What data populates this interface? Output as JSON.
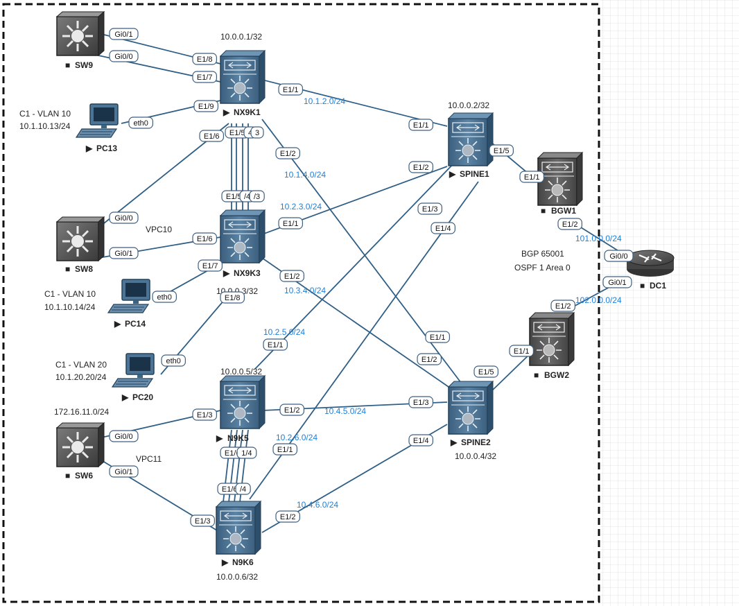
{
  "devices": {
    "sw9": {
      "name": "SW9",
      "kind": "switch",
      "marker": "■"
    },
    "sw8": {
      "name": "SW8",
      "kind": "switch",
      "marker": "■"
    },
    "sw6": {
      "name": "SW6",
      "kind": "switch",
      "marker": "■"
    },
    "nx9k1": {
      "name": "NX9K1",
      "kind": "nexus",
      "marker": "▶",
      "loopback": "10.0.0.1/32"
    },
    "nx9k3": {
      "name": "NX9K3",
      "kind": "nexus",
      "marker": "▶",
      "loopback": "10.0.0.3/32"
    },
    "n9k5": {
      "name": "N9K5",
      "kind": "nexus",
      "marker": "▶",
      "loopback": "10.0.0.5/32"
    },
    "n9k6": {
      "name": "N9K6",
      "kind": "nexus",
      "marker": "▶",
      "loopback": "10.0.0.6/32"
    },
    "spine1": {
      "name": "SPINE1",
      "kind": "nexus",
      "marker": "▶",
      "loopback": "10.0.0.2/32"
    },
    "spine2": {
      "name": "SPINE2",
      "kind": "nexus",
      "marker": "▶",
      "loopback": "10.0.0.4/32"
    },
    "bgw1": {
      "name": "BGW1",
      "kind": "nexus-dark",
      "marker": "■"
    },
    "bgw2": {
      "name": "BGW2",
      "kind": "nexus-dark",
      "marker": "■"
    },
    "dc1": {
      "name": "DC1",
      "kind": "router",
      "marker": "■"
    },
    "pc13": {
      "name": "PC13",
      "kind": "pc",
      "marker": "▶",
      "line1": "C1 - VLAN 10",
      "line2": "10.1.10.13/24"
    },
    "pc14": {
      "name": "PC14",
      "kind": "pc",
      "marker": "▶",
      "line1": "C1 - VLAN 10",
      "line2": "10.1.10.14/24"
    },
    "pc20": {
      "name": "PC20",
      "kind": "pc",
      "marker": "▶",
      "line1": "C1 - VLAN 20",
      "line2": "10.1.20.20/24"
    }
  },
  "annotations": {
    "vpc10": "VPC10",
    "vpc11": "VPC11",
    "sw6_subnet": "172.16.11.0/24",
    "bgp": "BGP 65001",
    "ospf": "OSPF 1 Area 0"
  },
  "networks": {
    "n_10_1_2": "10.1.2.0/24",
    "n_10_1_4": "10.1.4.0/24",
    "n_10_2_3": "10.2.3.0/24",
    "n_10_3_4": "10.3.4.0/24",
    "n_10_2_5": "10.2.5.0/24",
    "n_10_4_5": "10.4.5.0/24",
    "n_10_2_6": "10.2.6.0/24",
    "n_10_4_6": "10.4.6.0/24",
    "n_101": "101.0.0.0/24",
    "n_102": "102.0.0.0/24"
  },
  "ports": {
    "sw9_gi01": "Gi0/1",
    "sw9_gi00": "Gi0/0",
    "nx1_e18": "E1/8",
    "nx1_e17": "E1/7",
    "nx1_e19": "E1/9",
    "nx1_e11": "E1/1",
    "nx1_e16": "E1/6",
    "nx1_e15": "E1/5",
    "nx1_e14": "4",
    "nx1_e13": "3",
    "nx1_e12": "E1/2",
    "pc13_eth0": "eth0",
    "sp1_e11": "E1/1",
    "sp1_e12": "E1/2",
    "sp1_e13": "E1/3",
    "sp1_e14": "E1/4",
    "sp1_e15": "E1/5",
    "bgw1_e11": "E1/1",
    "bgw1_e12": "E1/2",
    "dc1_gi00": "Gi0/0",
    "dc1_gi01": "Gi0/1",
    "sw8_gi00": "Gi0/0",
    "sw8_gi01": "Gi0/1",
    "nx3_e15": "E1/5",
    "nx3_e14": "/4",
    "nx3_e13": "/3",
    "nx3_e11": "E1/1",
    "nx3_e16": "E1/6",
    "nx3_e17": "E1/7",
    "nx3_e18": "E1/8",
    "nx3_e12": "E1/2",
    "pc14_eth0": "eth0",
    "pc20_eth0": "eth0",
    "bgw2_e12": "E1/2",
    "bgw2_e11": "E1/1",
    "sp2_e11": "E1/1",
    "sp2_e12": "E1/2",
    "sp2_e15": "E1/5",
    "sp2_e13": "E1/3",
    "sp2_e14": "E1/4",
    "n5_e11": "E1/1",
    "n5_e13": "E1/3",
    "n5_e12": "E1/2",
    "n5_e16": "E1/6",
    "n5_e14": "1/4",
    "sw6_gi00": "Gi0/0",
    "sw6_gi01": "Gi0/1",
    "n6_e11": "E1/1",
    "n6_e16": "E1/6",
    "n6_e14": "/4",
    "n6_e13": "E1/3",
    "n6_e12": "E1/2"
  }
}
